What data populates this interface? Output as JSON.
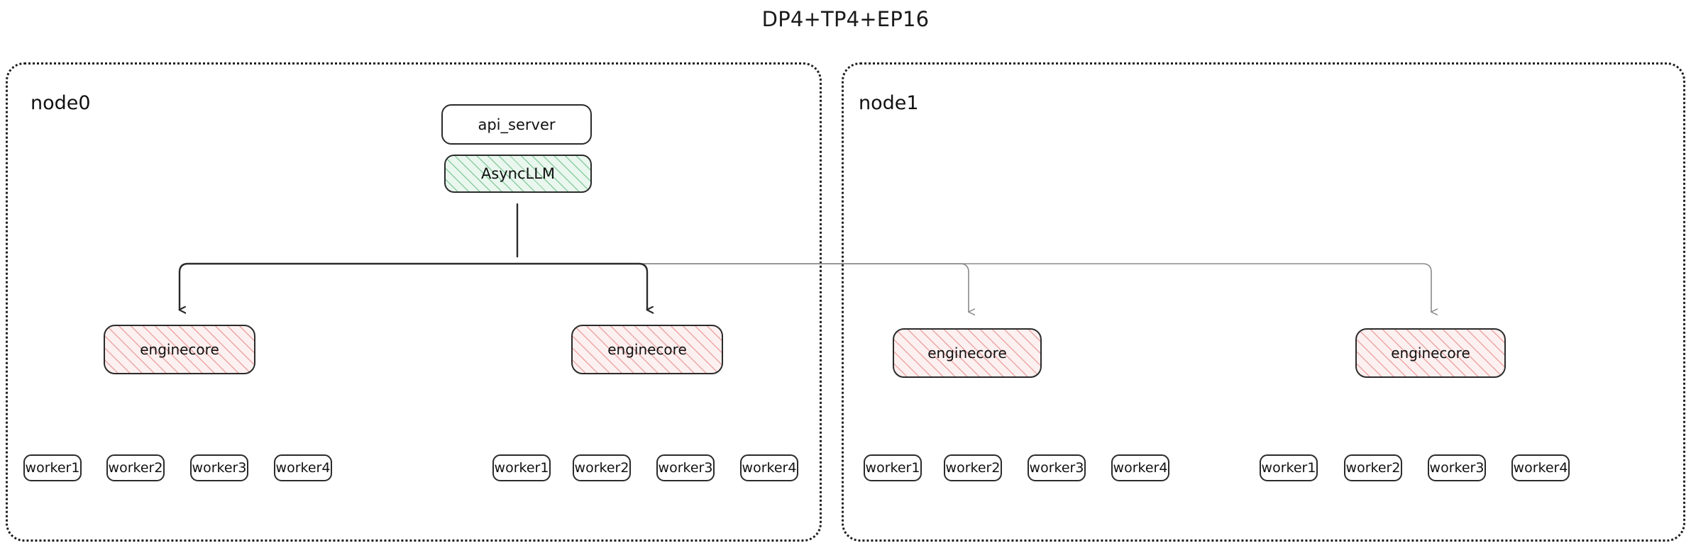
{
  "title": "DP4+TP4+EP16",
  "colors": {
    "stroke_dark": "#2b2b2b",
    "stroke_light": "#8a8a8a",
    "asyncllm_hatch": "#3caa64",
    "enginecore_hatch": "#e27878",
    "container_border": "#1f1f1f",
    "background": "#ffffff"
  },
  "nodes": [
    {
      "id": "node0",
      "label": "node0",
      "engines": [
        {
          "label": "enginecore",
          "workers": [
            {
              "label": "worker1"
            },
            {
              "label": "worker2"
            },
            {
              "label": "worker3"
            },
            {
              "label": "worker4"
            }
          ]
        },
        {
          "label": "enginecore",
          "workers": [
            {
              "label": "worker1"
            },
            {
              "label": "worker2"
            },
            {
              "label": "worker3"
            },
            {
              "label": "worker4"
            }
          ]
        }
      ]
    },
    {
      "id": "node1",
      "label": "node1",
      "engines": [
        {
          "label": "enginecore",
          "workers": [
            {
              "label": "worker1"
            },
            {
              "label": "worker2"
            },
            {
              "label": "worker3"
            },
            {
              "label": "worker4"
            }
          ]
        },
        {
          "label": "enginecore",
          "workers": [
            {
              "label": "worker1"
            },
            {
              "label": "worker2"
            },
            {
              "label": "worker3"
            },
            {
              "label": "worker4"
            }
          ]
        }
      ]
    }
  ],
  "frontend": {
    "api_server": "api_server",
    "async_llm": "AsyncLLM"
  }
}
